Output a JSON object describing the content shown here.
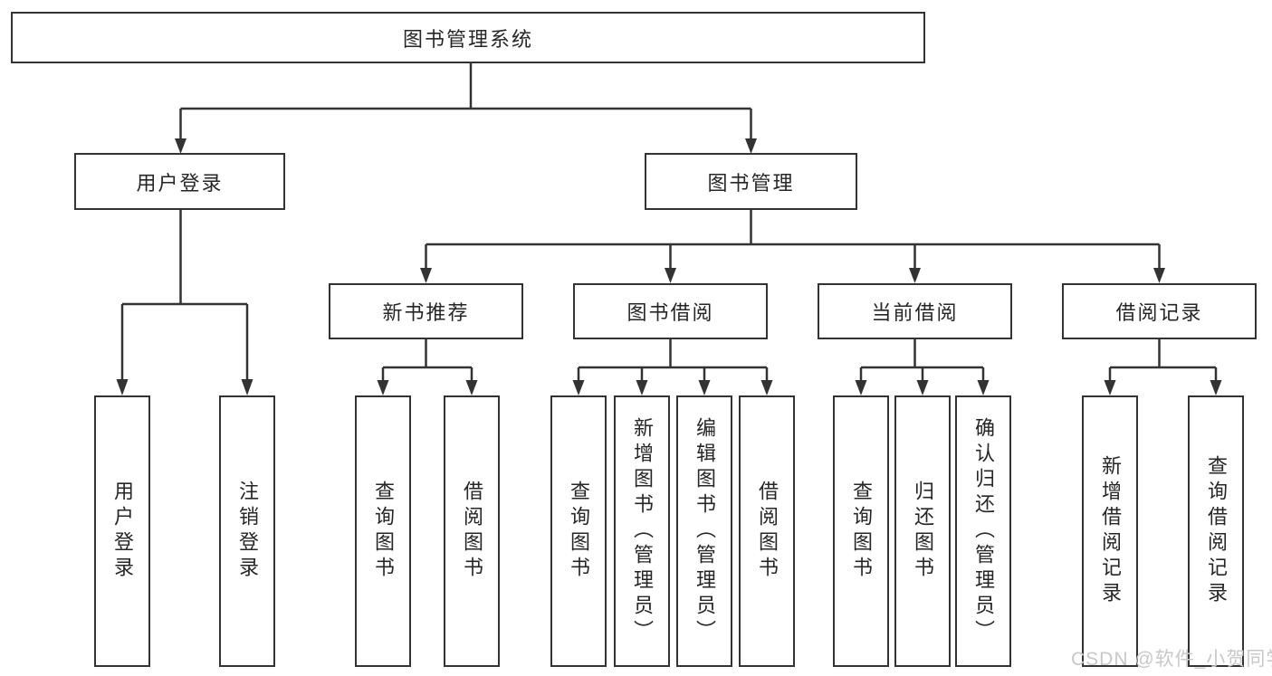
{
  "diagram_type": "hierarchy-tree",
  "colors": {
    "line": "#333333",
    "box_border": "#333333",
    "box_background": "#ffffff",
    "text": "#262626",
    "watermark": "#c8c8c8"
  },
  "root": {
    "label": "图书管理系统"
  },
  "level2": [
    {
      "label": "用户登录"
    },
    {
      "label": "图书管理"
    }
  ],
  "level3": [
    {
      "parent": "图书管理",
      "label": "新书推荐"
    },
    {
      "parent": "图书管理",
      "label": "图书借阅"
    },
    {
      "parent": "图书管理",
      "label": "当前借阅"
    },
    {
      "parent": "图书管理",
      "label": "借阅记录"
    }
  ],
  "leaves": [
    {
      "parent": "用户登录",
      "label": "用户登录"
    },
    {
      "parent": "用户登录",
      "label": "注销登录"
    },
    {
      "parent": "新书推荐",
      "label": "查询图书"
    },
    {
      "parent": "新书推荐",
      "label": "借阅图书"
    },
    {
      "parent": "图书借阅",
      "label": "查询图书"
    },
    {
      "parent": "图书借阅",
      "label": "新增图书（管理员）"
    },
    {
      "parent": "图书借阅",
      "label": "编辑图书（管理员）"
    },
    {
      "parent": "图书借阅",
      "label": "借阅图书"
    },
    {
      "parent": "当前借阅",
      "label": "查询图书"
    },
    {
      "parent": "当前借阅",
      "label": "归还图书"
    },
    {
      "parent": "当前借阅",
      "label": "确认归还（管理员）"
    },
    {
      "parent": "借阅记录",
      "label": "新增借阅记录"
    },
    {
      "parent": "借阅记录",
      "label": "查询借阅记录"
    }
  ],
  "watermark": "CSDN @软件_小贺同学"
}
